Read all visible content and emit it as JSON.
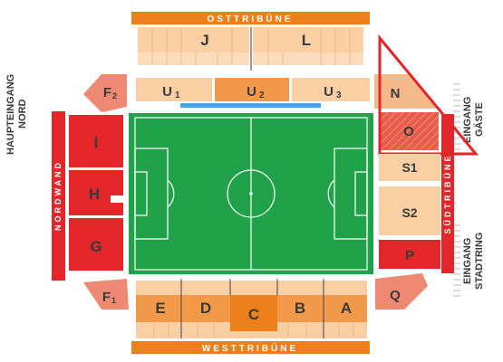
{
  "stands": {
    "east": "OSTTRIBÜNE",
    "west": "WESTTRIBÜNE",
    "north": "NORDWAND",
    "south": "SÜDTRIBÜNE"
  },
  "entrances": {
    "north": "HAUPTEINGANG\nNORD",
    "guests": "EINGANG\nGÄSTE",
    "stadtring": "EINGANG\nSTADTRING"
  },
  "blocks": {
    "J": "J",
    "L": "L",
    "U1": "U",
    "U1_sub": "1",
    "U2": "U",
    "U2_sub": "2",
    "U3": "U",
    "U3_sub": "3",
    "N": "N",
    "O": "O",
    "S1": "S1",
    "S2": "S2",
    "P": "P",
    "Q": "Q",
    "F2": "F",
    "F2_sub": "2",
    "F1": "F",
    "F1_sub": "1",
    "I": "I",
    "H": "H",
    "G": "G",
    "E": "E",
    "D": "D",
    "C": "C",
    "B": "B",
    "A": "A"
  },
  "colors": {
    "orange": "#f39a4a",
    "orange_dark": "#ee7f1d",
    "light_orange": "#f9cfa3",
    "peach": "#f6b98a",
    "salmon": "#ee8a74",
    "red": "#e2262a",
    "pitch": "#21a24a",
    "guest_red": "#e2262a",
    "camera_blue": "#45a6de"
  }
}
